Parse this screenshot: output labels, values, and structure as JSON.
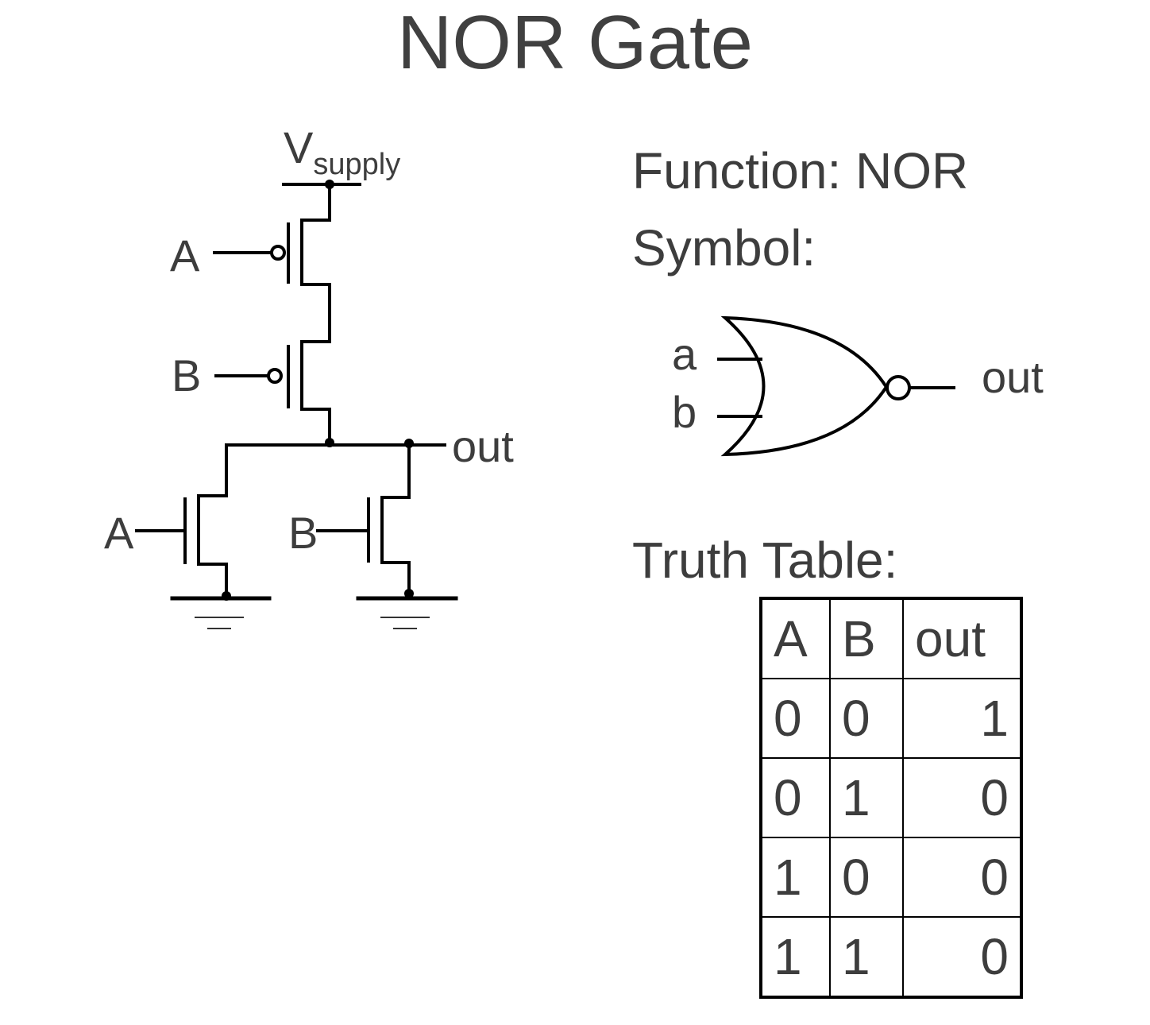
{
  "title": "NOR Gate",
  "function_label": "Function: NOR",
  "symbol_label": "Symbol:",
  "truth_table_label": "Truth Table:",
  "circuit": {
    "vsupply_main": "V",
    "vsupply_sub": "supply",
    "pmos_a_label": "A",
    "pmos_b_label": "B",
    "nmos_a_label": "A",
    "nmos_b_label": "B",
    "out_label": "out"
  },
  "symbol": {
    "input_a": "a",
    "input_b": "b",
    "output": "out"
  },
  "truth_table": {
    "headers": [
      "A",
      "B",
      "out"
    ],
    "rows": [
      [
        "0",
        "0",
        "1"
      ],
      [
        "0",
        "1",
        "0"
      ],
      [
        "1",
        "0",
        "0"
      ],
      [
        "1",
        "1",
        "0"
      ]
    ]
  },
  "colors": {
    "text": "#3d3d3d",
    "wire": "#000000",
    "background": "#ffffff"
  }
}
